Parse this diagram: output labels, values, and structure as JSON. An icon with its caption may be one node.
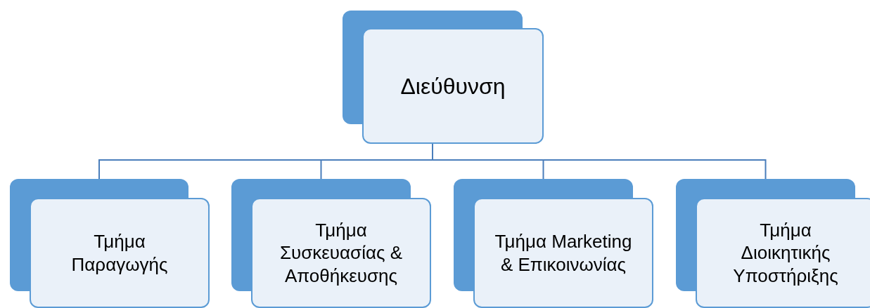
{
  "diagram": {
    "nodes": [
      {
        "text": [
          "Διεύθυνση"
        ]
      },
      {
        "text": [
          "Τμήμα Παραγωγής"
        ]
      },
      {
        "text": [
          "Τμήμα Συσκευασίας & Αποθήκευσης"
        ]
      },
      {
        "text": [
          "Τμήμα Marketing & Επικοινωνίας"
        ]
      },
      {
        "text": [
          "Τμήμα Διοικητικής Υποστήριξης"
        ]
      }
    ],
    "edges": [
      {
        "from": 0,
        "to": 1,
        "arrow": "none"
      },
      {
        "from": 0,
        "to": 2,
        "arrow": "none"
      },
      {
        "from": 0,
        "to": 3,
        "arrow": "none"
      },
      {
        "from": 0,
        "to": 4,
        "arrow": "none"
      }
    ]
  }
}
